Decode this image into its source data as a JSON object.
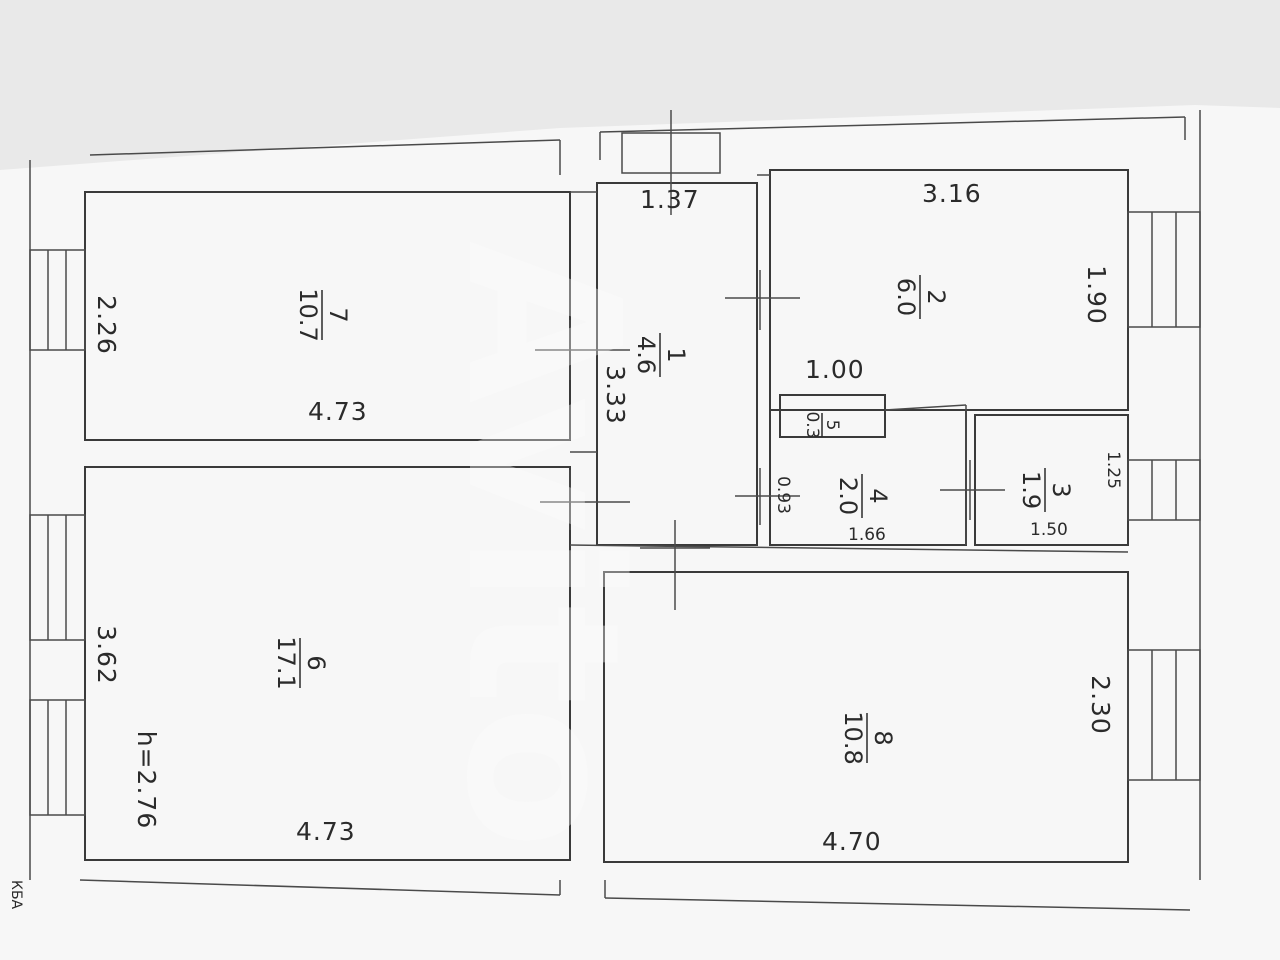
{
  "plan": {
    "ceiling_height": "h=2.76",
    "watermark": "Avito",
    "stamp_text": "КБА",
    "rooms": [
      {
        "id": "room-1",
        "number": "1",
        "area": "4.6"
      },
      {
        "id": "room-2",
        "number": "2",
        "area": "6.0"
      },
      {
        "id": "room-3",
        "number": "3",
        "area": "1.9"
      },
      {
        "id": "room-4",
        "number": "4",
        "area": "2.0"
      },
      {
        "id": "room-5",
        "number": "5",
        "area": "0.3"
      },
      {
        "id": "room-6",
        "number": "6",
        "area": "17.1"
      },
      {
        "id": "room-7",
        "number": "7",
        "area": "10.7"
      },
      {
        "id": "room-8",
        "number": "8",
        "area": "10.8"
      }
    ],
    "dimensions": {
      "d_1_37": "1.37",
      "d_3_16": "3.16",
      "d_1_90": "1.90",
      "d_2_26": "2.26",
      "d_4_73_top": "4.73",
      "d_3_33": "3.33",
      "d_1_00": "1.00",
      "d_1_25": "1.25",
      "d_0_93": "0.93",
      "d_1_66": "1.66",
      "d_1_50": "1.50",
      "d_3_62": "3.62",
      "d_4_73_bottom": "4.73",
      "d_2_30": "2.30",
      "d_4_70": "4.70"
    }
  }
}
